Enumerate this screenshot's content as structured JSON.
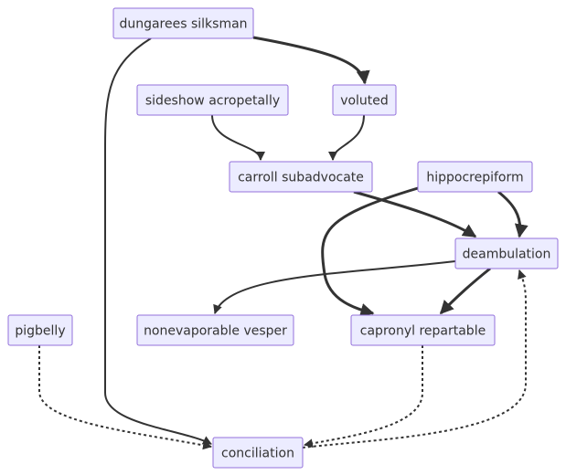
{
  "diagram": {
    "type": "flowchart",
    "colors": {
      "node_fill": "#ececff",
      "node_stroke": "#9370db",
      "edge": "#333333",
      "text": "#333333",
      "background": "#ffffff"
    },
    "nodes": [
      {
        "id": "dungarees",
        "label": "dungarees silksman"
      },
      {
        "id": "sideshow",
        "label": "sideshow acropetally"
      },
      {
        "id": "voluted",
        "label": "voluted"
      },
      {
        "id": "carroll",
        "label": "carroll subadvocate"
      },
      {
        "id": "hippo",
        "label": "hippocrepiform"
      },
      {
        "id": "deamb",
        "label": "deambulation"
      },
      {
        "id": "pigbelly",
        "label": "pigbelly"
      },
      {
        "id": "nonevap",
        "label": "nonevaporable vesper"
      },
      {
        "id": "capronyl",
        "label": "capronyl repartable"
      },
      {
        "id": "concil",
        "label": "conciliation"
      }
    ],
    "edges": [
      {
        "from": "dungarees",
        "to": "voluted",
        "style": "thick"
      },
      {
        "from": "sideshow",
        "to": "carroll",
        "style": "solid"
      },
      {
        "from": "voluted",
        "to": "carroll",
        "style": "solid"
      },
      {
        "from": "carroll",
        "to": "deamb",
        "style": "thick"
      },
      {
        "from": "hippo",
        "to": "deamb",
        "style": "thick"
      },
      {
        "from": "hippo",
        "to": "capronyl",
        "style": "thick"
      },
      {
        "from": "deamb",
        "to": "nonevap",
        "style": "solid"
      },
      {
        "from": "deamb",
        "to": "capronyl",
        "style": "thick"
      },
      {
        "from": "dungarees",
        "to": "concil",
        "style": "solid"
      },
      {
        "from": "pigbelly",
        "to": "concil",
        "style": "dotted"
      },
      {
        "from": "capronyl",
        "to": "concil",
        "style": "dotted"
      },
      {
        "from": "concil",
        "to": "deamb",
        "style": "dotted"
      }
    ]
  }
}
